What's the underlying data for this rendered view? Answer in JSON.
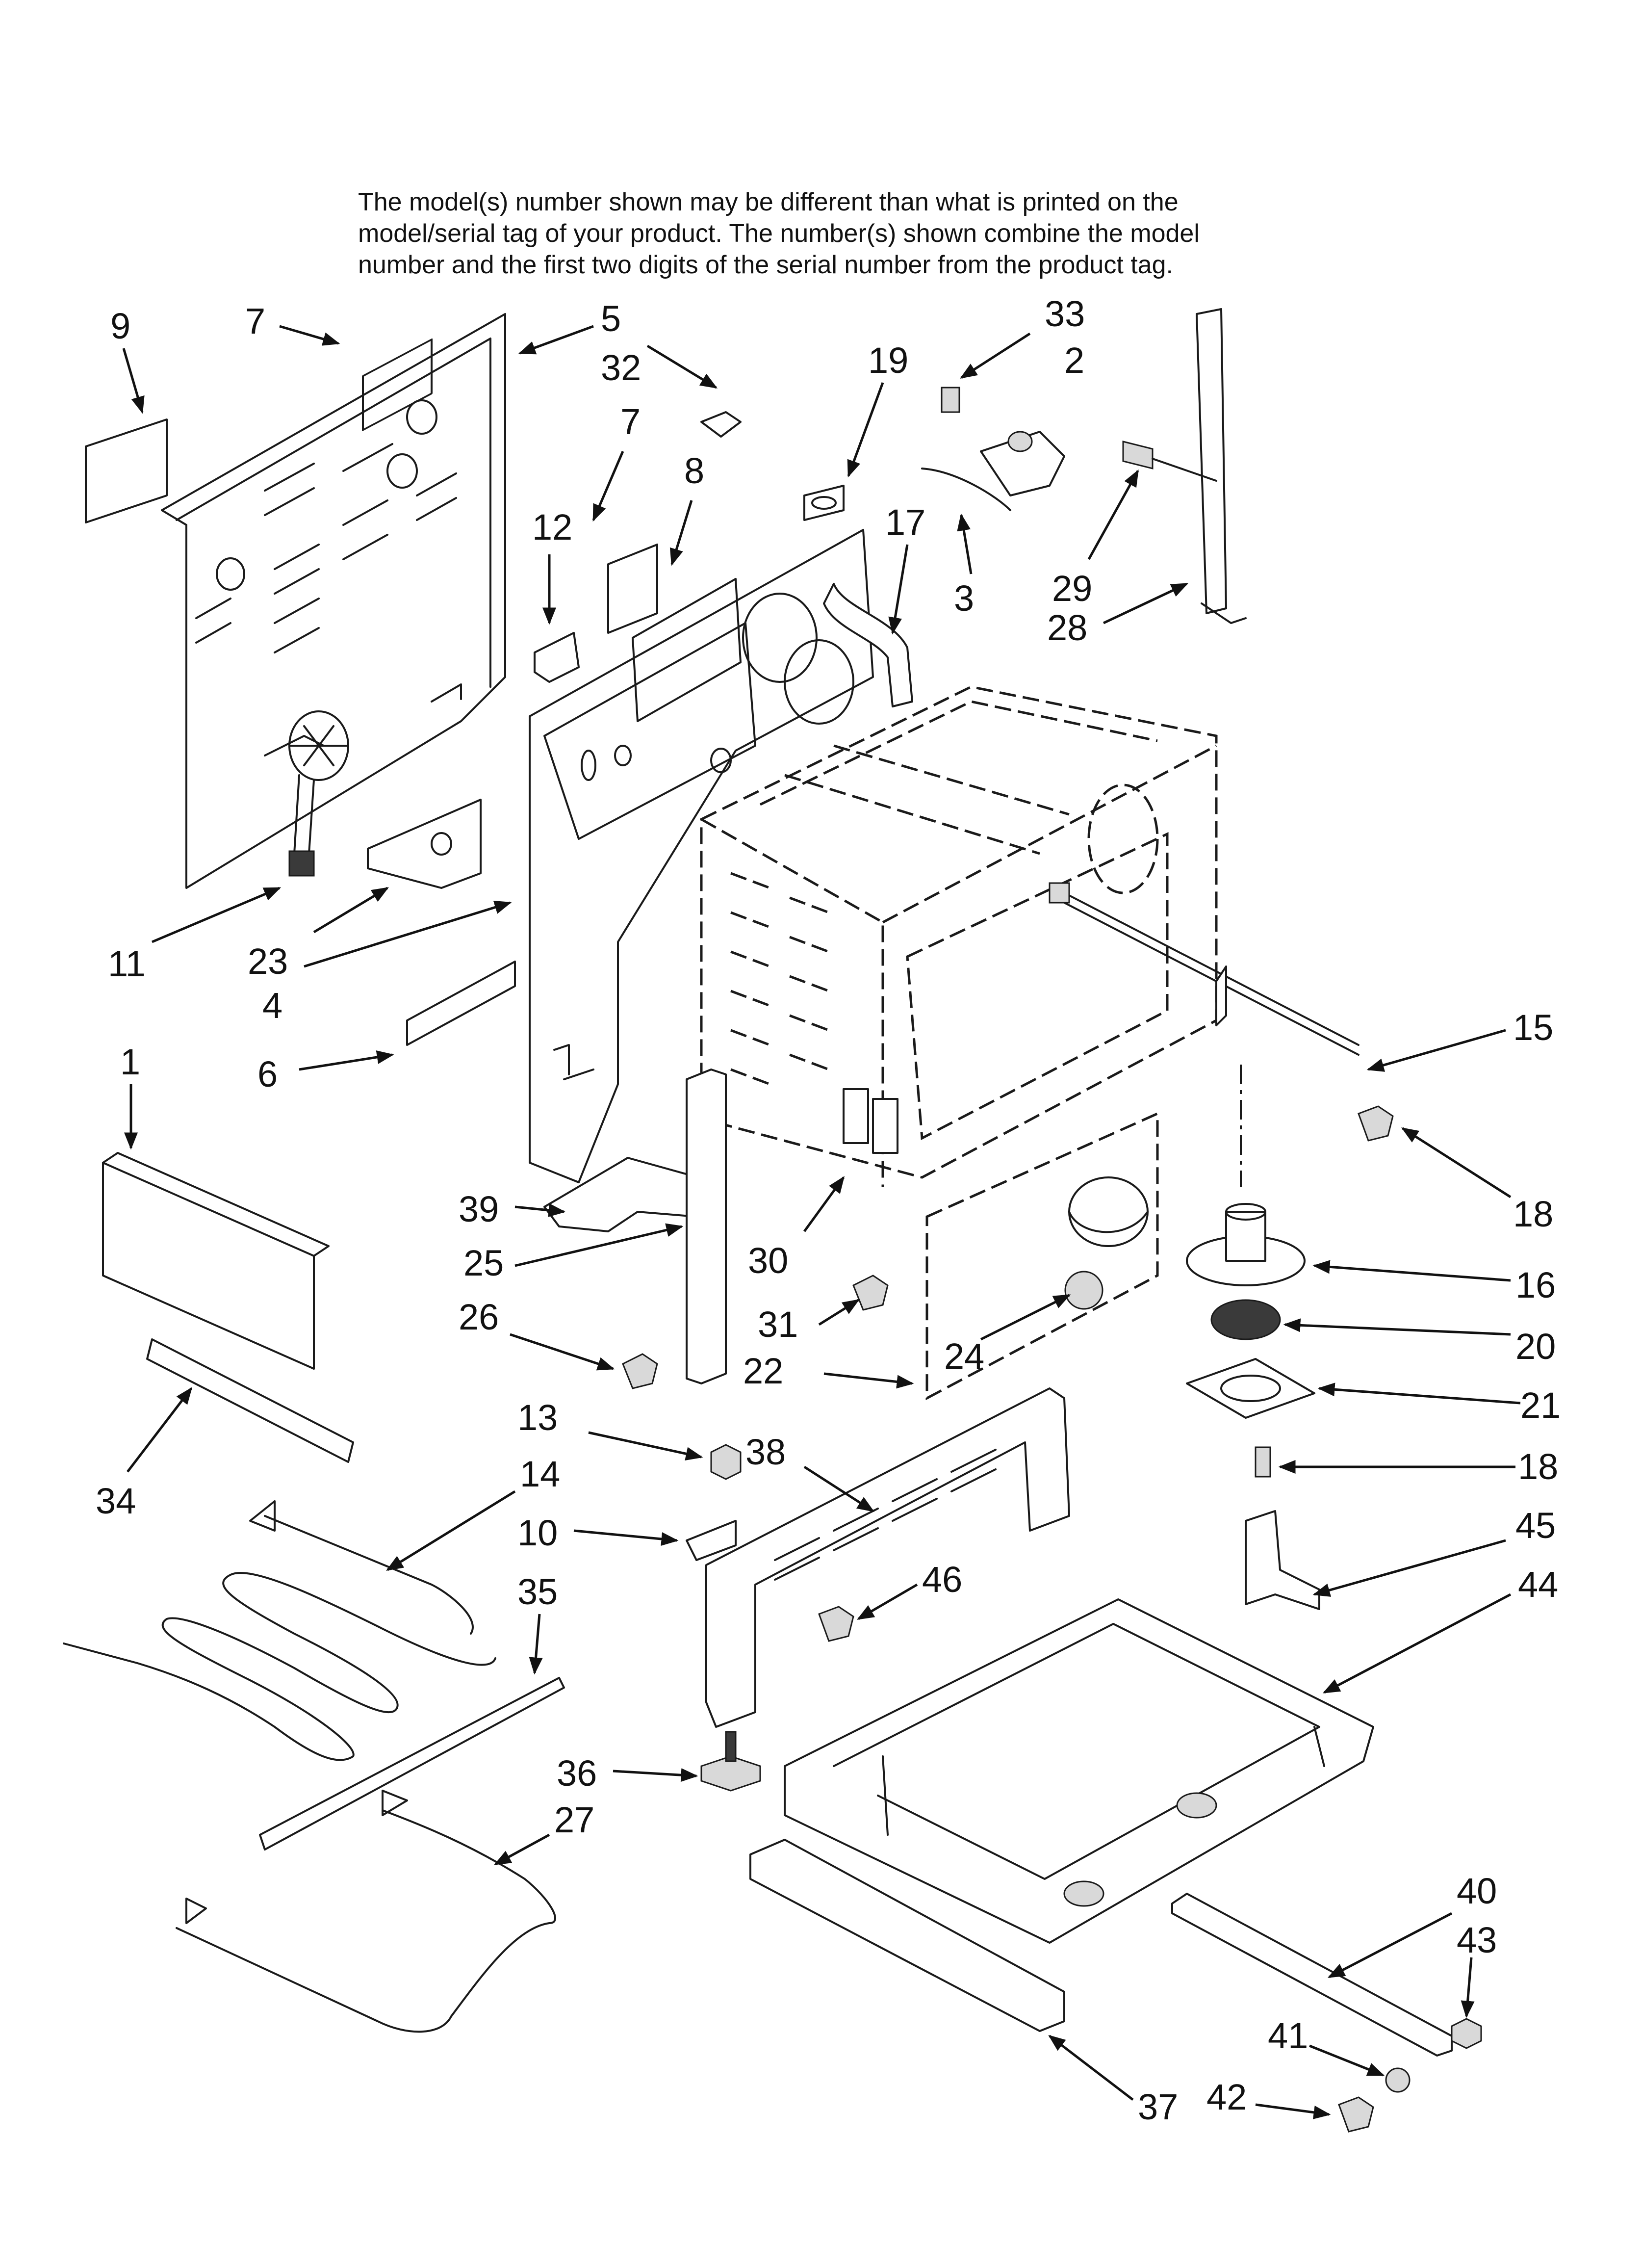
{
  "notice": {
    "line1": "The model(s) number shown may be different than what is printed on the",
    "line2": "model/serial tag of your product. The number(s) shown combine the model",
    "line3": "number and the first two digits of the serial number from the product tag."
  },
  "callouts": [
    "9",
    "7",
    "5",
    "32",
    "7",
    "8",
    "12",
    "19",
    "33",
    "2",
    "3",
    "17",
    "29",
    "28",
    "11",
    "23",
    "4",
    "6",
    "15",
    "18",
    "1",
    "39",
    "25",
    "30",
    "26",
    "31",
    "24",
    "22",
    "16",
    "20",
    "21",
    "18",
    "13",
    "38",
    "14",
    "10",
    "45",
    "46",
    "44",
    "35",
    "34",
    "36",
    "27",
    "40",
    "43",
    "41",
    "42",
    "37"
  ]
}
